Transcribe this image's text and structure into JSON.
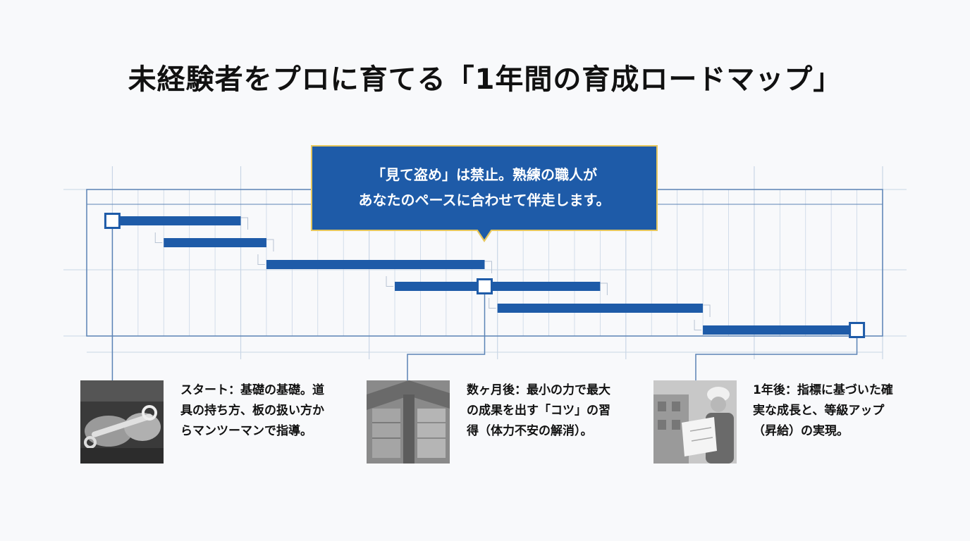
{
  "title": "未経験者をプロに育てる「1年間の育成ロードマップ」",
  "callout": {
    "line1": "「見て盗め」は禁止。熟練の職人が",
    "line2": "あなたのペースに合わせて伴走します。"
  },
  "colors": {
    "bar": "#1e5ba8",
    "grid": "#c9d6e6",
    "frame": "#5b83b5",
    "callout_border": "#e6c75e"
  },
  "milestones": [
    {
      "text": "スタート：基礎の基礎。道具の持ち方、板の扱い方からマンツーマンで指導。",
      "photo_icon": "hand-wrench-photo"
    },
    {
      "text": "数ヶ月後：最小の力で最大の成果を出す「コツ」の習得（体力不安の解消）。",
      "photo_icon": "formwork-photo"
    },
    {
      "text": "1年後：指標に基づいた確実な成長と、等級アップ（昇給）の実現。",
      "photo_icon": "worker-blueprint-photo"
    }
  ],
  "chart_data": {
    "type": "gantt",
    "time_columns": 31,
    "tasks": [
      {
        "start": 1,
        "end": 6
      },
      {
        "start": 3,
        "end": 7
      },
      {
        "start": 7,
        "end": 15.5
      },
      {
        "start": 12,
        "end": 20
      },
      {
        "start": 16,
        "end": 24
      },
      {
        "start": 24,
        "end": 30
      }
    ],
    "milestone_points": [
      {
        "task": 0,
        "at": 1
      },
      {
        "task": 3,
        "at": 15.5
      },
      {
        "task": 5,
        "at": 30
      }
    ]
  }
}
